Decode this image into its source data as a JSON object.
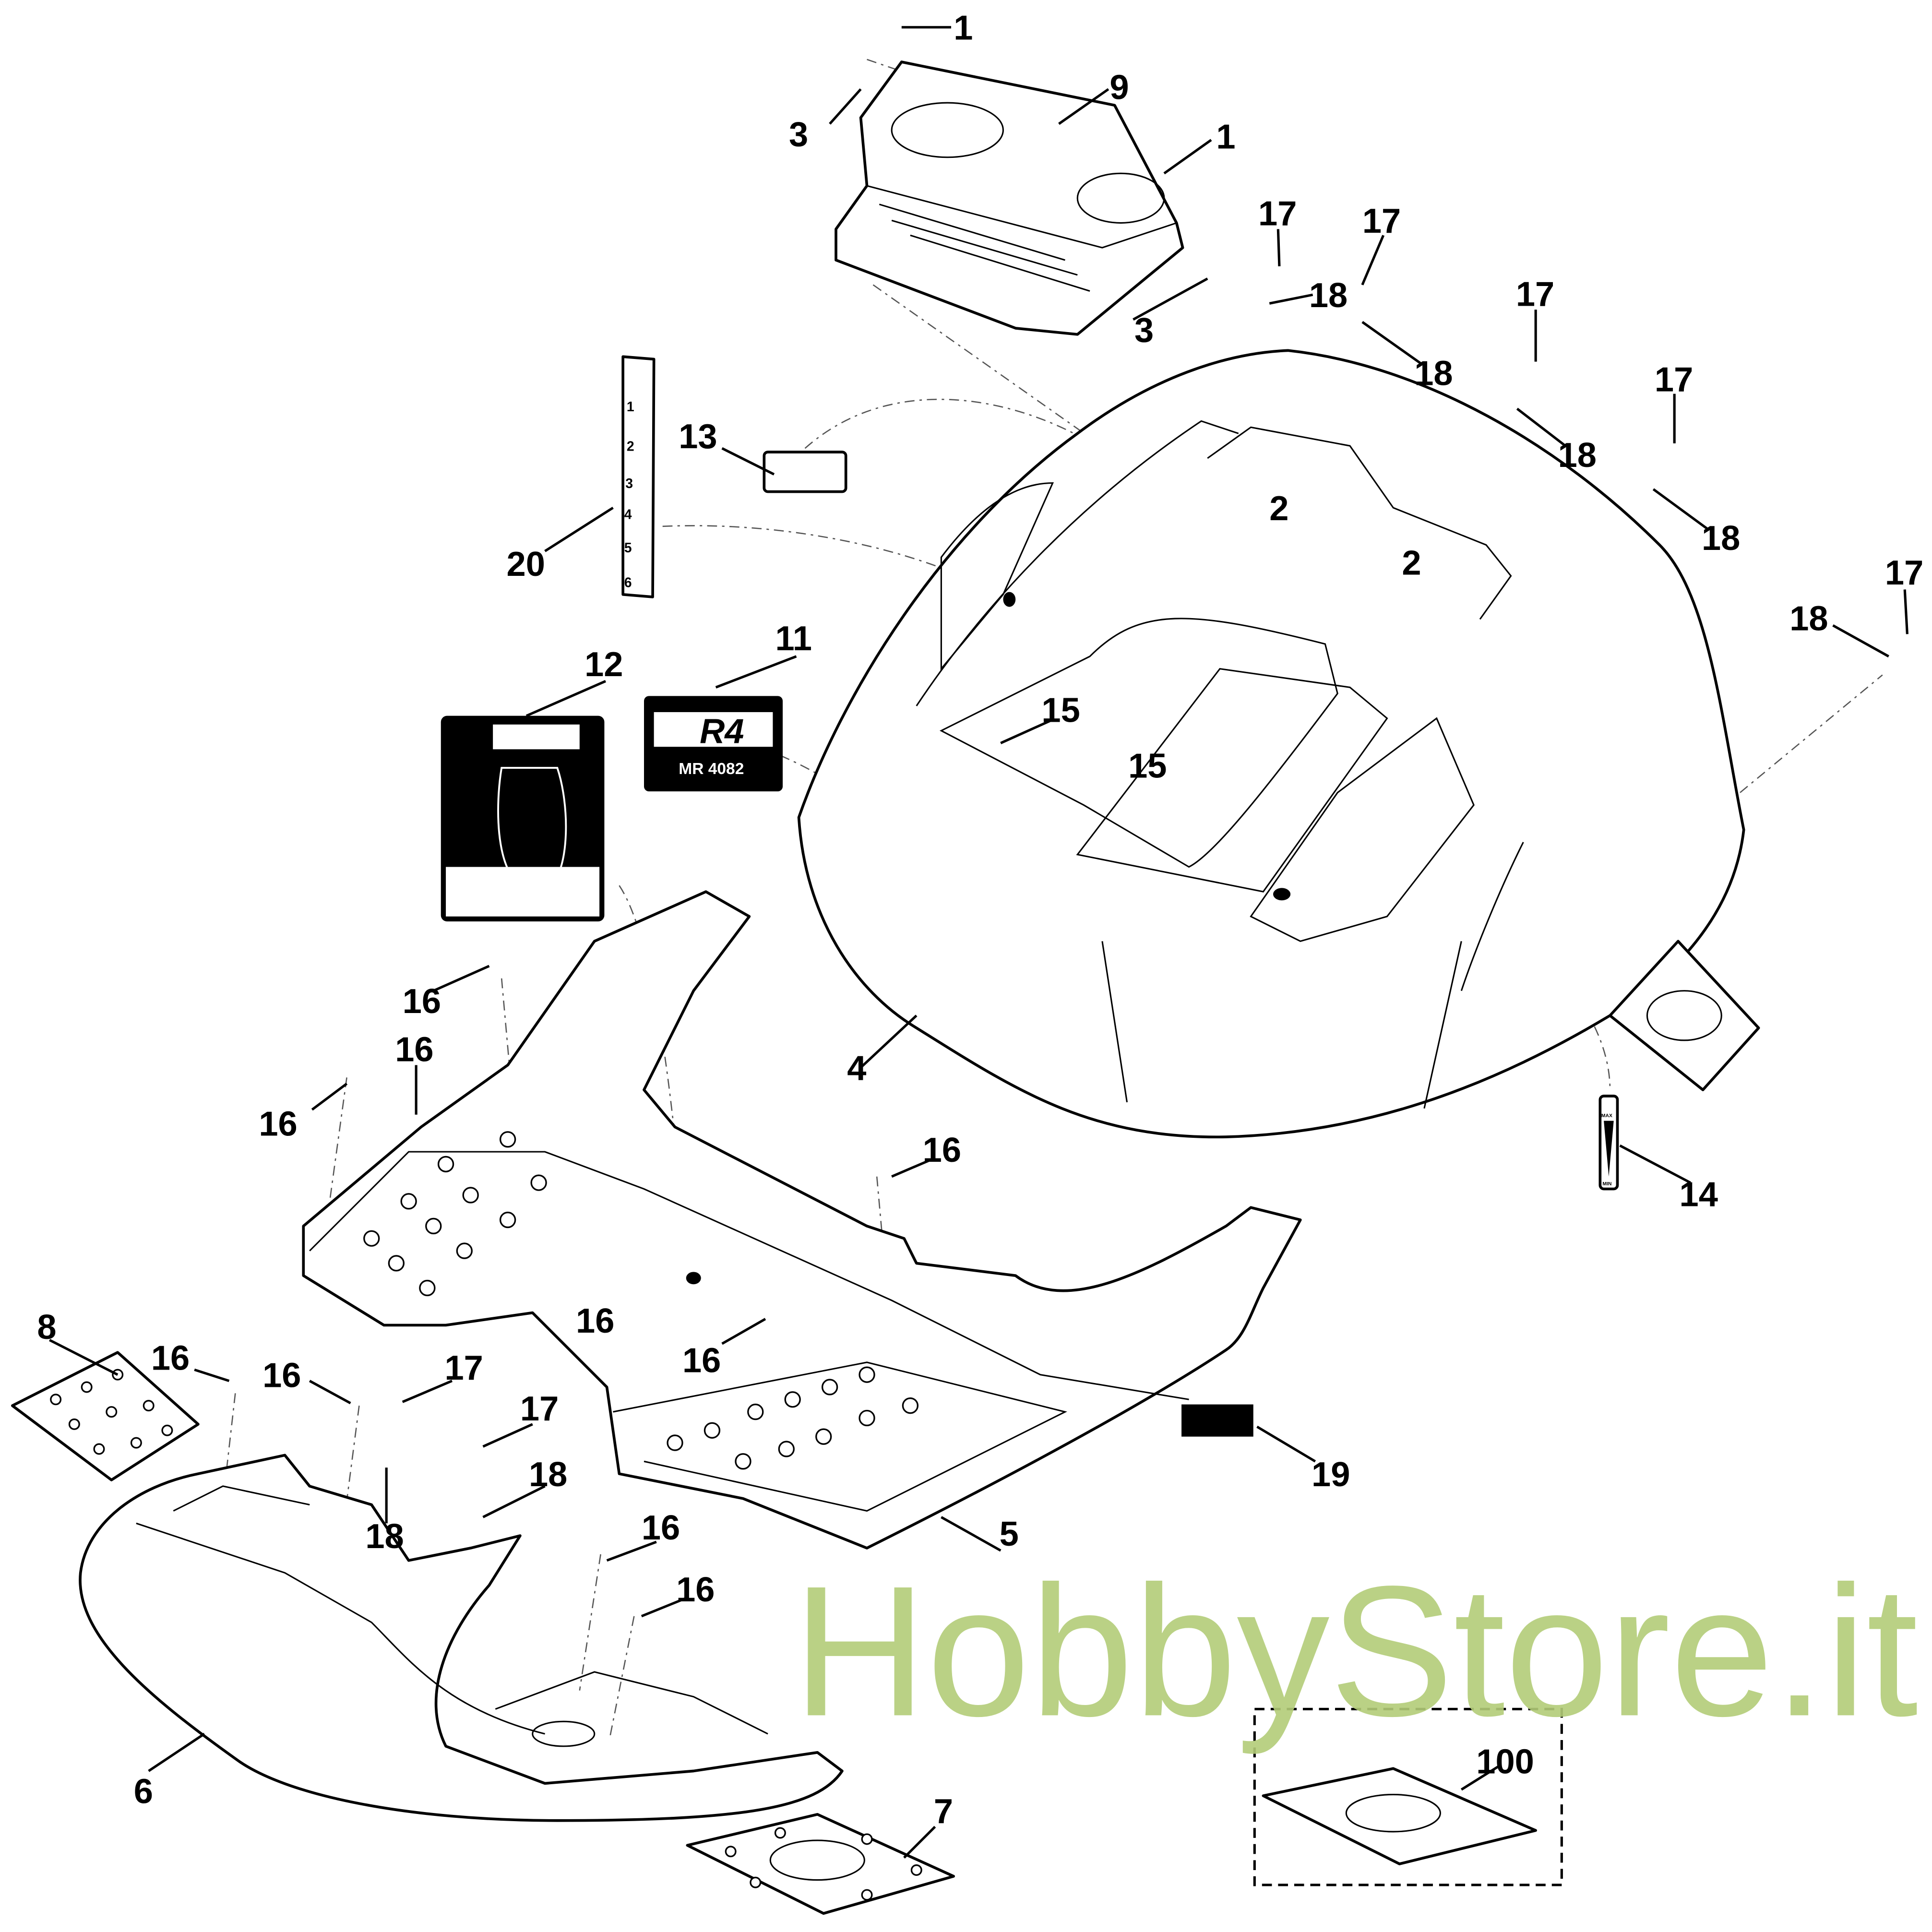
{
  "diagram": {
    "type": "exploded-parts-diagram",
    "watermark": "HobbyStore.it",
    "callouts": [
      "1",
      "3",
      "9",
      "1",
      "3",
      "17",
      "17",
      "18",
      "18",
      "17",
      "18",
      "17",
      "18",
      "17",
      "18",
      "13",
      "20",
      "2",
      "2",
      "12",
      "11",
      "15",
      "15",
      "16",
      "16",
      "16",
      "16",
      "4",
      "14",
      "8",
      "16",
      "16",
      "17",
      "17",
      "18",
      "18",
      "16",
      "16",
      "19",
      "5",
      "16",
      "16",
      "6",
      "7",
      "100"
    ],
    "decal_11": {
      "logo": "R4",
      "model": "MR 4082"
    },
    "decal_20": {
      "steps": [
        "1",
        "2",
        "3",
        "4",
        "5",
        "6"
      ]
    },
    "decal_14": {
      "max": "MAX",
      "min": "MIN"
    },
    "colors": {
      "line": "#000000",
      "watermark": "#b3cd78"
    }
  }
}
